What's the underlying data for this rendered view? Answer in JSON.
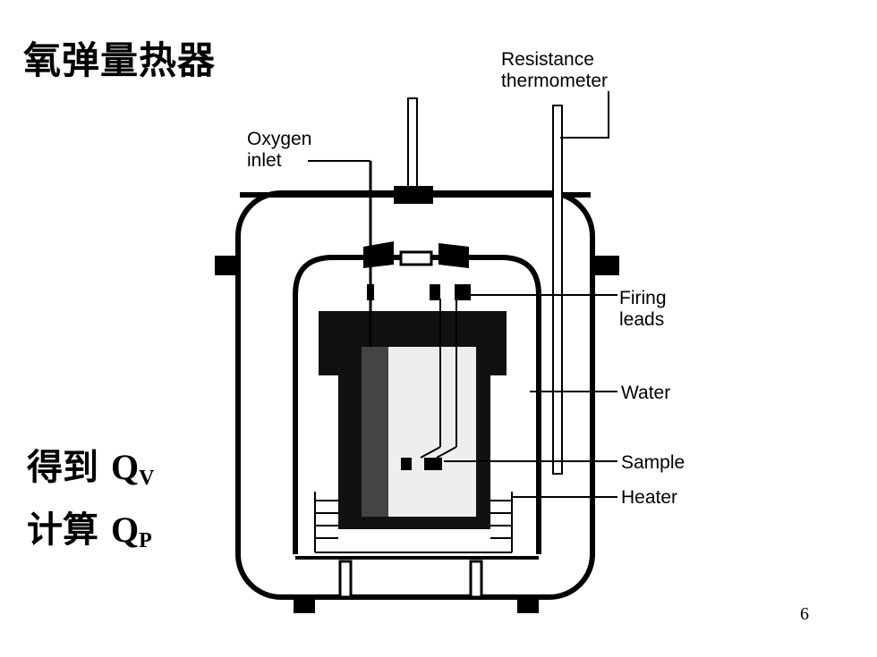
{
  "title": "氧弹量热器",
  "notes": [
    {
      "prefix": "得到 ",
      "q": "Q",
      "sub": "V"
    },
    {
      "prefix": "计算 ",
      "q": "Q",
      "sub": "P"
    }
  ],
  "labels": {
    "resistance": "Resistance",
    "thermometer": "thermometer",
    "oxygen": "Oxygen",
    "inlet": "inlet",
    "firing": "Firing",
    "leads": "leads",
    "water": "Water",
    "sample": "Sample",
    "heater": "Heater"
  },
  "page_number": "6"
}
